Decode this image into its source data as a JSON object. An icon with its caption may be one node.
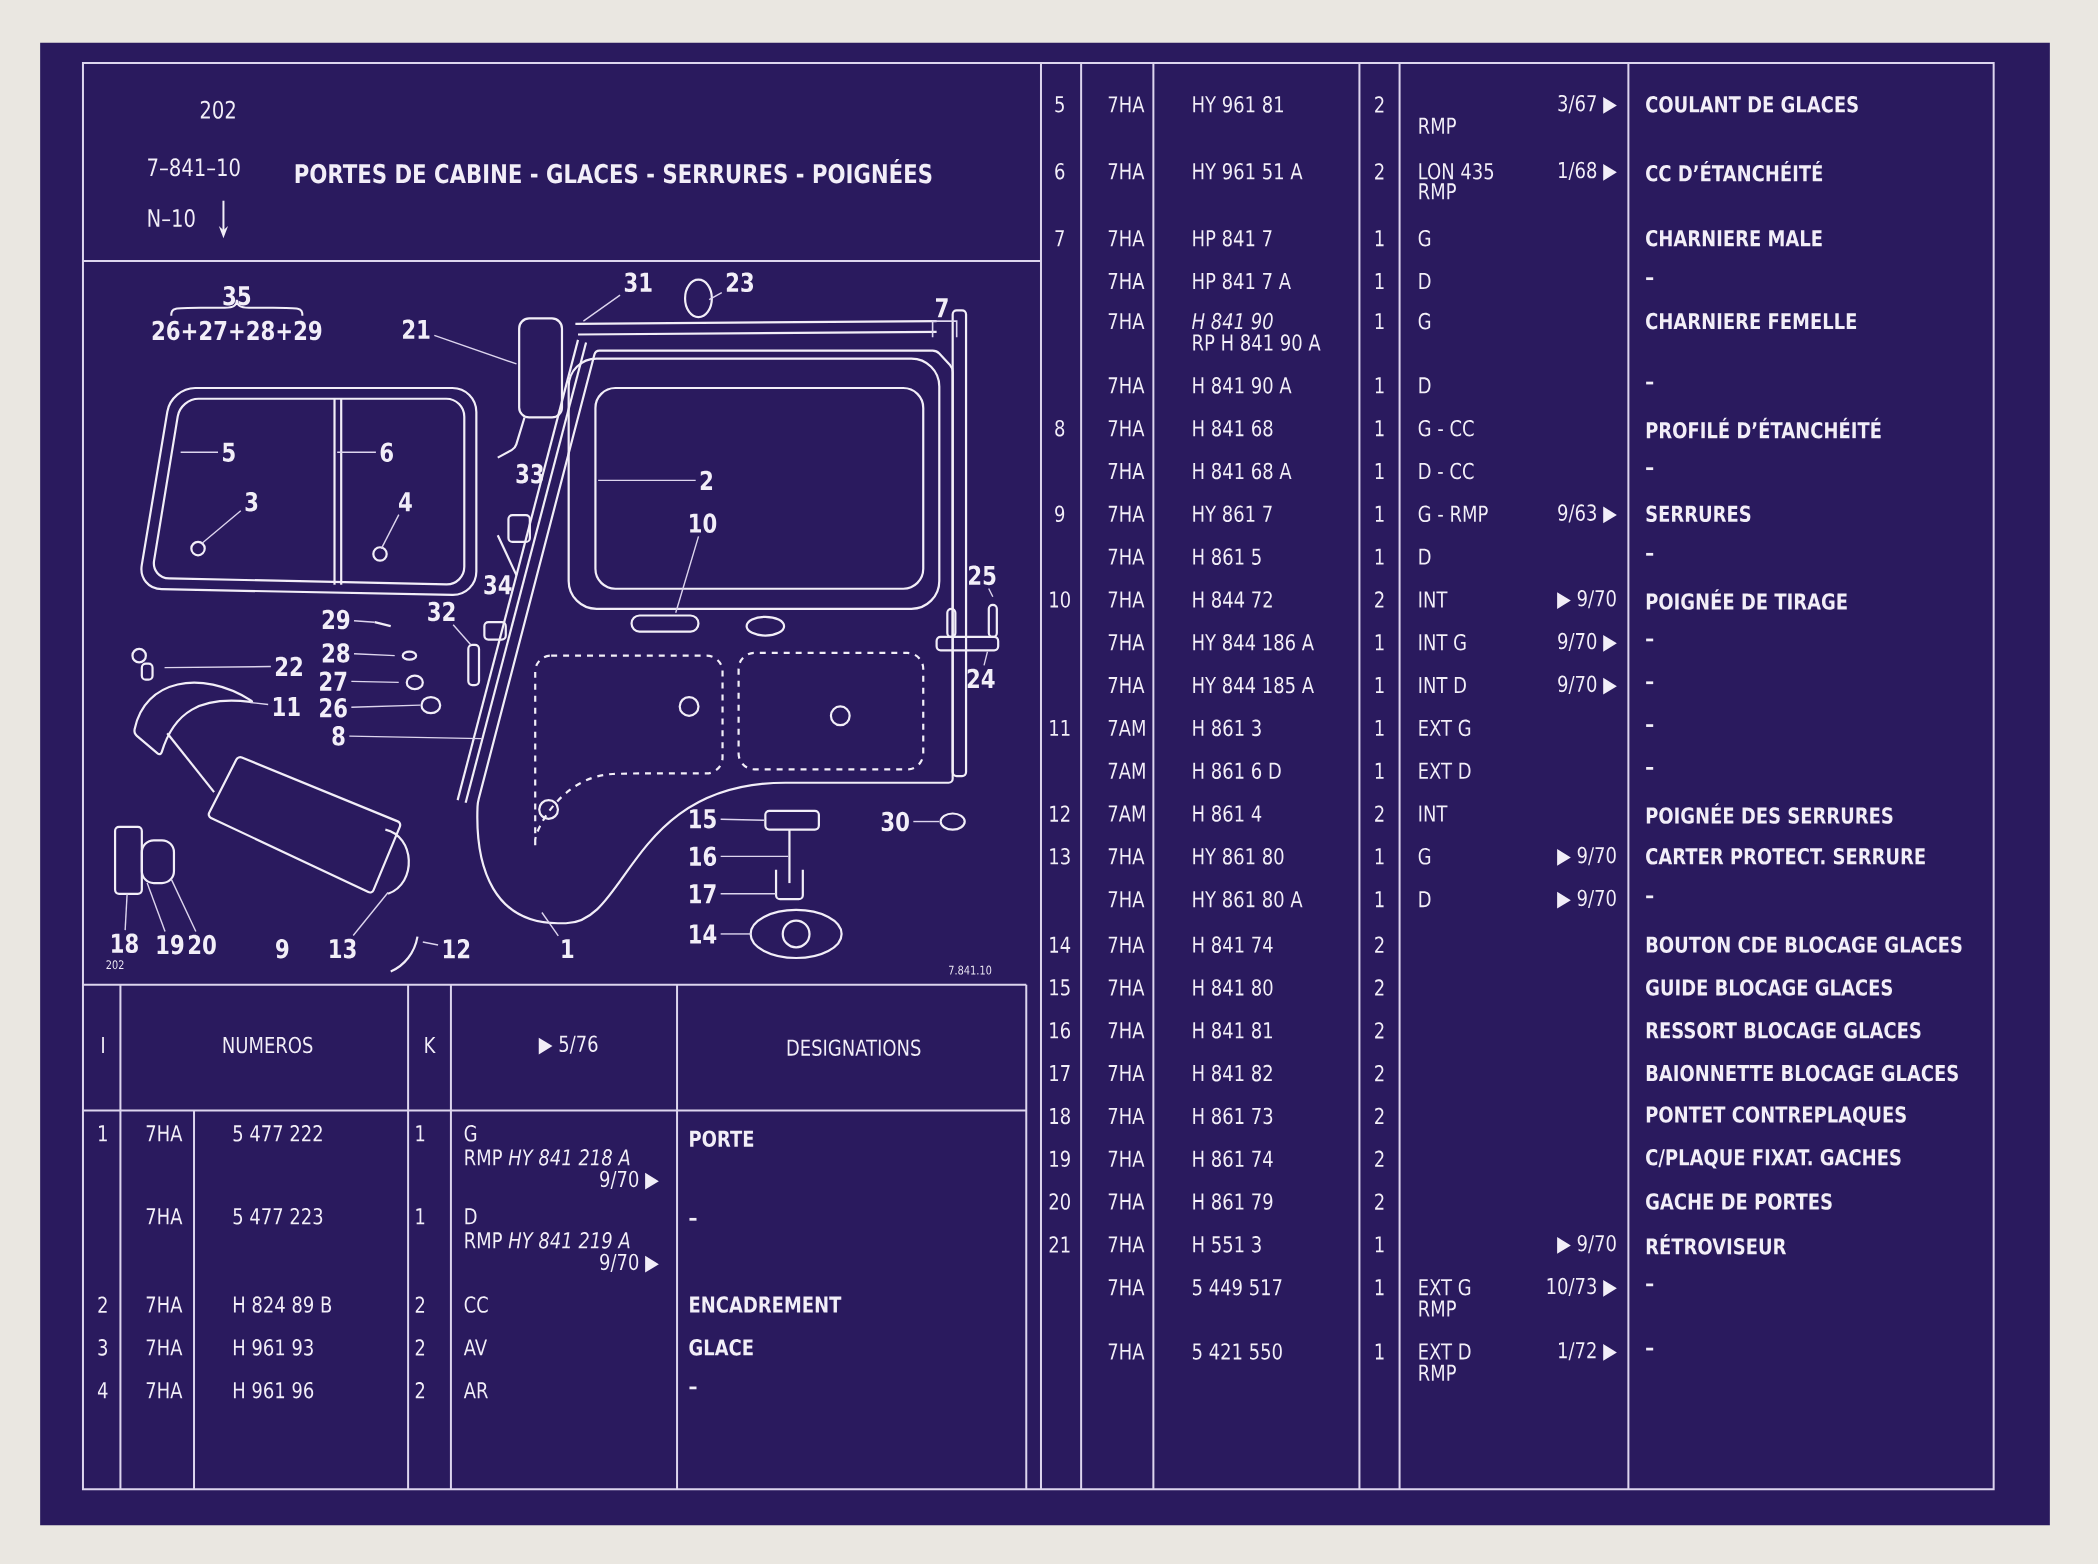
{
  "diagram": {
    "title": "PORTES DE CABINE - GLACES - SERRURES - POIGNÉES",
    "nodes": [
      {
        "text": [
          "31"
        ]
      },
      {
        "text": [
          "23"
        ]
      },
      {
        "text": [
          "21"
        ]
      },
      {
        "text": [
          "5"
        ]
      },
      {
        "text": [
          "6"
        ]
      },
      {
        "text": [
          "3"
        ]
      },
      {
        "text": [
          "4"
        ]
      },
      {
        "text": [
          "2"
        ]
      },
      {
        "text": [
          "10"
        ]
      },
      {
        "text": [
          "25"
        ]
      },
      {
        "text": [
          "29"
        ]
      },
      {
        "text": [
          "32"
        ]
      },
      {
        "text": [
          "28"
        ]
      },
      {
        "text": [
          "22"
        ]
      },
      {
        "text": [
          "27"
        ]
      },
      {
        "text": [
          "24"
        ]
      },
      {
        "text": [
          "11"
        ]
      },
      {
        "text": [
          "26"
        ]
      },
      {
        "text": [
          "8"
        ]
      },
      {
        "text": [
          "15"
        ]
      },
      {
        "text": [
          "30"
        ]
      },
      {
        "text": [
          "16"
        ]
      },
      {
        "text": [
          "17"
        ]
      },
      {
        "text": [
          "14"
        ]
      },
      {
        "text": [
          "18"
        ]
      },
      {
        "text": [
          "19"
        ]
      },
      {
        "text": [
          "20"
        ]
      },
      {
        "text": [
          "13"
        ]
      },
      {
        "text": [
          "12"
        ]
      },
      {
        "text": [
          "1"
        ]
      }
    ],
    "edges": [
      {
        "from": 0,
        "to": null,
        "arrow": "none"
      },
      {
        "from": 1,
        "to": null,
        "arrow": "none"
      },
      {
        "from": 2,
        "to": null,
        "arrow": "none"
      },
      {
        "from": 3,
        "to": null,
        "arrow": "none"
      },
      {
        "from": 4,
        "to": null,
        "arrow": "none"
      },
      {
        "from": 5,
        "to": null,
        "arrow": "none"
      },
      {
        "from": 6,
        "to": null,
        "arrow": "none"
      },
      {
        "from": 7,
        "to": null,
        "arrow": "none"
      },
      {
        "from": 8,
        "to": null,
        "arrow": "none"
      },
      {
        "from": 9,
        "to": null,
        "arrow": "none"
      },
      {
        "from": 10,
        "to": null,
        "arrow": "none"
      },
      {
        "from": 11,
        "to": null,
        "arrow": "none"
      },
      {
        "from": 12,
        "to": null,
        "arrow": "none"
      },
      {
        "from": 13,
        "to": null,
        "arrow": "none"
      },
      {
        "from": 14,
        "to": null,
        "arrow": "none"
      },
      {
        "from": 15,
        "to": null,
        "arrow": "none"
      },
      {
        "from": 16,
        "to": null,
        "arrow": "none"
      },
      {
        "from": 17,
        "to": null,
        "arrow": "none"
      },
      {
        "from": 18,
        "to": null,
        "arrow": "none"
      },
      {
        "from": 19,
        "to": null,
        "arrow": "none"
      },
      {
        "from": 20,
        "to": null,
        "arrow": "none"
      },
      {
        "from": 21,
        "to": null,
        "arrow": "none"
      },
      {
        "from": 22,
        "to": null,
        "arrow": "none"
      },
      {
        "from": 23,
        "to": null,
        "arrow": "none"
      },
      {
        "from": 24,
        "to": null,
        "arrow": "none"
      },
      {
        "from": 25,
        "to": null,
        "arrow": "none"
      },
      {
        "from": 26,
        "to": null,
        "arrow": "none"
      },
      {
        "from": 27,
        "to": null,
        "arrow": "none"
      },
      {
        "from": 28,
        "to": null,
        "arrow": "none"
      },
      {
        "from": 29,
        "to": null,
        "arrow": "none"
      }
    ],
    "labels": [
      "202",
      "7–841–10",
      "N–10",
      "35",
      "26+27+28+29",
      "7",
      "33",
      "34",
      "9",
      "202",
      "7.841.10",
      "I",
      "NUMEROS",
      "K",
      "▶ 5/76",
      "DESIGNATIONS",
      "1",
      "7HA",
      "5 477 222",
      "1",
      "G",
      "RMP *HY 841 218 A*",
      "9/70 ▶",
      "PORTE",
      "7HA",
      "5 477 223",
      "1",
      "D",
      "RMP *HY 841 219 A*",
      "9/70 ▶",
      "–",
      "2",
      "7HA",
      "H 824 89 B",
      "2",
      "CC",
      "ENCADREMENT",
      "3",
      "7HA",
      "H 961 93",
      "2",
      "AV",
      "GLACE",
      "4",
      "7HA",
      "H 961 96",
      "2",
      "AR",
      "–",
      "5",
      "7HA",
      "HY 961 81",
      "2",
      "RMP",
      "3/67 ▶",
      "COULANT DE GLACES",
      "6",
      "7HA",
      "HY 961 51 A",
      "2",
      "LON 435",
      "RMP",
      "1/68 ▶",
      "CC D’ÉTANCHÉITÉ",
      "7",
      "7HA",
      "HP 841 7",
      "1",
      "G",
      "CHARNIERE MALE",
      "7HA",
      "HP 841 7 A",
      "1",
      "D",
      "–",
      "7HA",
      "*H 841 90*",
      "RP H 841 90 A",
      "1",
      "G",
      "CHARNIERE FEMELLE",
      "7HA",
      "H 841 90 A",
      "1",
      "D",
      "–",
      "8",
      "7HA",
      "H 841 68",
      "1",
      "G - CC",
      "PROFILÉ D’ÉTANCHÉITÉ",
      "7HA",
      "H 841 68 A",
      "1",
      "D - CC",
      "–",
      "9",
      "7HA",
      "HY 861 7",
      "1",
      "G - RMP",
      "9/63 ▶",
      "SERRURES",
      "7HA",
      "H 861 5",
      "1",
      "D",
      "–",
      "10",
      "7HA",
      "H 844 72",
      "2",
      "INT",
      "▶ 9/70",
      "POIGNÉE DE TIRAGE",
      "7HA",
      "HY 844 186 A",
      "1",
      "INT G",
      "9/70 ▶",
      "–",
      "7HA",
      "HY 844 185 A",
      "1",
      "INT D",
      "9/70 ▶",
      "–",
      "11",
      "7AM",
      "H 861 3",
      "1",
      "EXT G",
      "–",
      "7AM",
      "H 861 6 D",
      "1",
      "EXT D",
      "–",
      "12",
      "7AM",
      "H 861 4",
      "2",
      "INT",
      "POIGNÉE DES SERRURES",
      "13",
      "7HA",
      "HY 861 80",
      "1",
      "G",
      "▶ 9/70",
      "CARTER PROTECT. SERRURE",
      "7HA",
      "HY 861 80 A",
      "1",
      "D",
      "▶ 9/70",
      "–",
      "14",
      "7HA",
      "H 841 74",
      "2",
      "BOUTON CDE BLOCAGE GLACES",
      "15",
      "7HA",
      "H 841 80",
      "2",
      "GUIDE BLOCAGE GLACES",
      "16",
      "7HA",
      "H 841 81",
      "2",
      "RESSORT BLOCAGE GLACES",
      "17",
      "7HA",
      "H 841 82",
      "2",
      "BAIONNETTE BLOCAGE GLACES",
      "18",
      "7HA",
      "H 861 73",
      "2",
      "PONTET CONTREPLAQUES",
      "19",
      "7HA",
      "H 861 74",
      "2",
      "C/PLAQUE FIXAT. GACHES",
      "20",
      "7HA",
      "H 861 79",
      "2",
      "GACHE DE PORTES",
      "21",
      "7HA",
      "H 551 3",
      "1",
      "▶ 9/70",
      "RÉTROVISEUR",
      "7HA",
      "5 449 517",
      "1",
      "EXT G",
      "RMP",
      "10/73 ▶",
      "–",
      "7HA",
      "5 421 550",
      "1",
      "EXT D",
      "RMP",
      "1/72 ▶",
      "–"
    ]
  }
}
